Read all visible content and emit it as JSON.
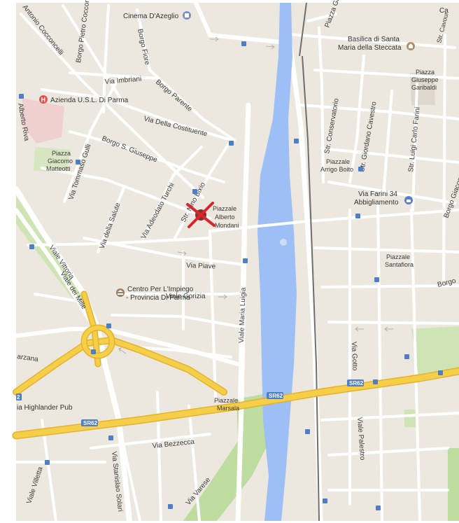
{
  "map": {
    "colors": {
      "land": "#ece8df",
      "block": "#f2efe9",
      "road": "#ffffff",
      "road_outline": "#d7d2c8",
      "highway": "#f5cf4a",
      "highway_outline": "#e4b22b",
      "river": "#9dbff5",
      "park": "#cfe4b4",
      "hospital_area": "#f0cfcf",
      "rail": "#707070",
      "marker": "#d9262c"
    },
    "streets": [
      {
        "id": "antonio-cocconcelli",
        "text": "Antonio Cocconcelli"
      },
      {
        "id": "borgo-pietro-cocconi",
        "text": "Borgo Pietro Cocconi"
      },
      {
        "id": "borgo-fiore",
        "text": "Borgo Fiore"
      },
      {
        "id": "via-imbriani",
        "text": "Via Imbriani"
      },
      {
        "id": "borgo-parente",
        "text": "Borgo Parente"
      },
      {
        "id": "via-della-costituente",
        "text": "Via Della Costituente"
      },
      {
        "id": "borgo-s-giuseppe",
        "text": "Borgo S. Giuseppe"
      },
      {
        "id": "via-tommaso-gulli",
        "text": "Via Tommaso Gulli"
      },
      {
        "id": "via-della-salute",
        "text": "Via della Salute"
      },
      {
        "id": "via-adeodato-turchi",
        "text": "Via Adeodato Turchi"
      },
      {
        "id": "str-nino-bixio",
        "text": "Str. Nino Bixio"
      },
      {
        "id": "via-piave",
        "text": "Via Piave"
      },
      {
        "id": "viale-gorizia",
        "text": "Viale Gorizia"
      },
      {
        "id": "viale-maria-luigia",
        "text": "Viale Maria Luigia"
      },
      {
        "id": "viale-vittoria",
        "text": "Viale Vittoria"
      },
      {
        "id": "viale-dei-mille",
        "text": "Viale dei Mille"
      },
      {
        "id": "via-bezzecca",
        "text": "Via Bezzecca"
      },
      {
        "id": "via-stanislao-solari",
        "text": "Via Stanislao Solari"
      },
      {
        "id": "viale-villetta",
        "text": "Viale Villetta"
      },
      {
        "id": "via-varese",
        "text": "Via Varese"
      },
      {
        "id": "via-gotto",
        "text": "Via Gotto"
      },
      {
        "id": "viale-palestro",
        "text": "Viale Palestro"
      },
      {
        "id": "str-conservatorio",
        "text": "Str. Conservatorio"
      },
      {
        "id": "str-giordano-cavestro",
        "text": "Str. Giordano Cavestro"
      },
      {
        "id": "str-luigi-carlo-farini",
        "text": "Str. Luigi Carlo Farini"
      },
      {
        "id": "borgo-giacomo",
        "text": "Borgo Giacomo"
      },
      {
        "id": "borgo-right",
        "text": "Borgo"
      },
      {
        "id": "piazza-ghiaia",
        "text": "Piazza Gh"
      },
      {
        "id": "str-cavour",
        "text": "Str. Cavour"
      },
      {
        "id": "alberto-riva",
        "text": "Alberto Riva"
      },
      {
        "id": "arzana",
        "text": "arzana"
      }
    ],
    "places": [
      {
        "id": "piazzale-alberto-mondani",
        "lines": [
          "Piazzale",
          "Alberto",
          "Mondani"
        ]
      },
      {
        "id": "piazza-giacomo-matteotti",
        "lines": [
          "Piazza",
          "Giacomo",
          "Matteotti"
        ]
      },
      {
        "id": "piazzale-arrigo-boito",
        "lines": [
          "Piazzale",
          "Arrigo Boito"
        ]
      },
      {
        "id": "piazzale-santafiora",
        "lines": [
          "Piazzale",
          "Santafiora"
        ]
      },
      {
        "id": "piazza-giuseppe-garibaldi",
        "lines": [
          "Piazza",
          "Giuseppe",
          "Garibaldi"
        ]
      },
      {
        "id": "piazzale-marsala",
        "lines": [
          "Piazzale",
          "Marsala"
        ]
      }
    ],
    "pois": [
      {
        "id": "cinema-dazeglio",
        "text": "Cinema D'Azeglio"
      },
      {
        "id": "azienda-usl",
        "text": "Azienda U.S.L. Di Parma"
      },
      {
        "id": "basilica-steccata",
        "lines": [
          "Basilica di Santa",
          "Maria della Steccata"
        ]
      },
      {
        "id": "via-farini-34",
        "lines": [
          "Via Farini 34",
          "Abbigliamento"
        ]
      },
      {
        "id": "centro-impiego",
        "lines": [
          "Centro Per L'Impiego",
          "- Provincia Di Parma"
        ]
      },
      {
        "id": "highlander-pub",
        "text": "ia Highlander Pub"
      },
      {
        "id": "edge-ca",
        "text": "Ca"
      }
    ],
    "road_shields": [
      {
        "id": "sr62-left",
        "text": "SR62"
      },
      {
        "id": "sr62-center",
        "text": "SR62"
      },
      {
        "id": "sr62-right",
        "text": "SR62"
      },
      {
        "id": "sr62-edge",
        "text": "2"
      }
    ],
    "icons": {
      "marker": "x-marker-icon",
      "hospital": "hospital-icon",
      "cinema": "cinema-icon",
      "church": "church-icon",
      "shop": "shopping-bag-icon",
      "office": "government-building-icon",
      "bus": "bus-stop-icon"
    }
  }
}
